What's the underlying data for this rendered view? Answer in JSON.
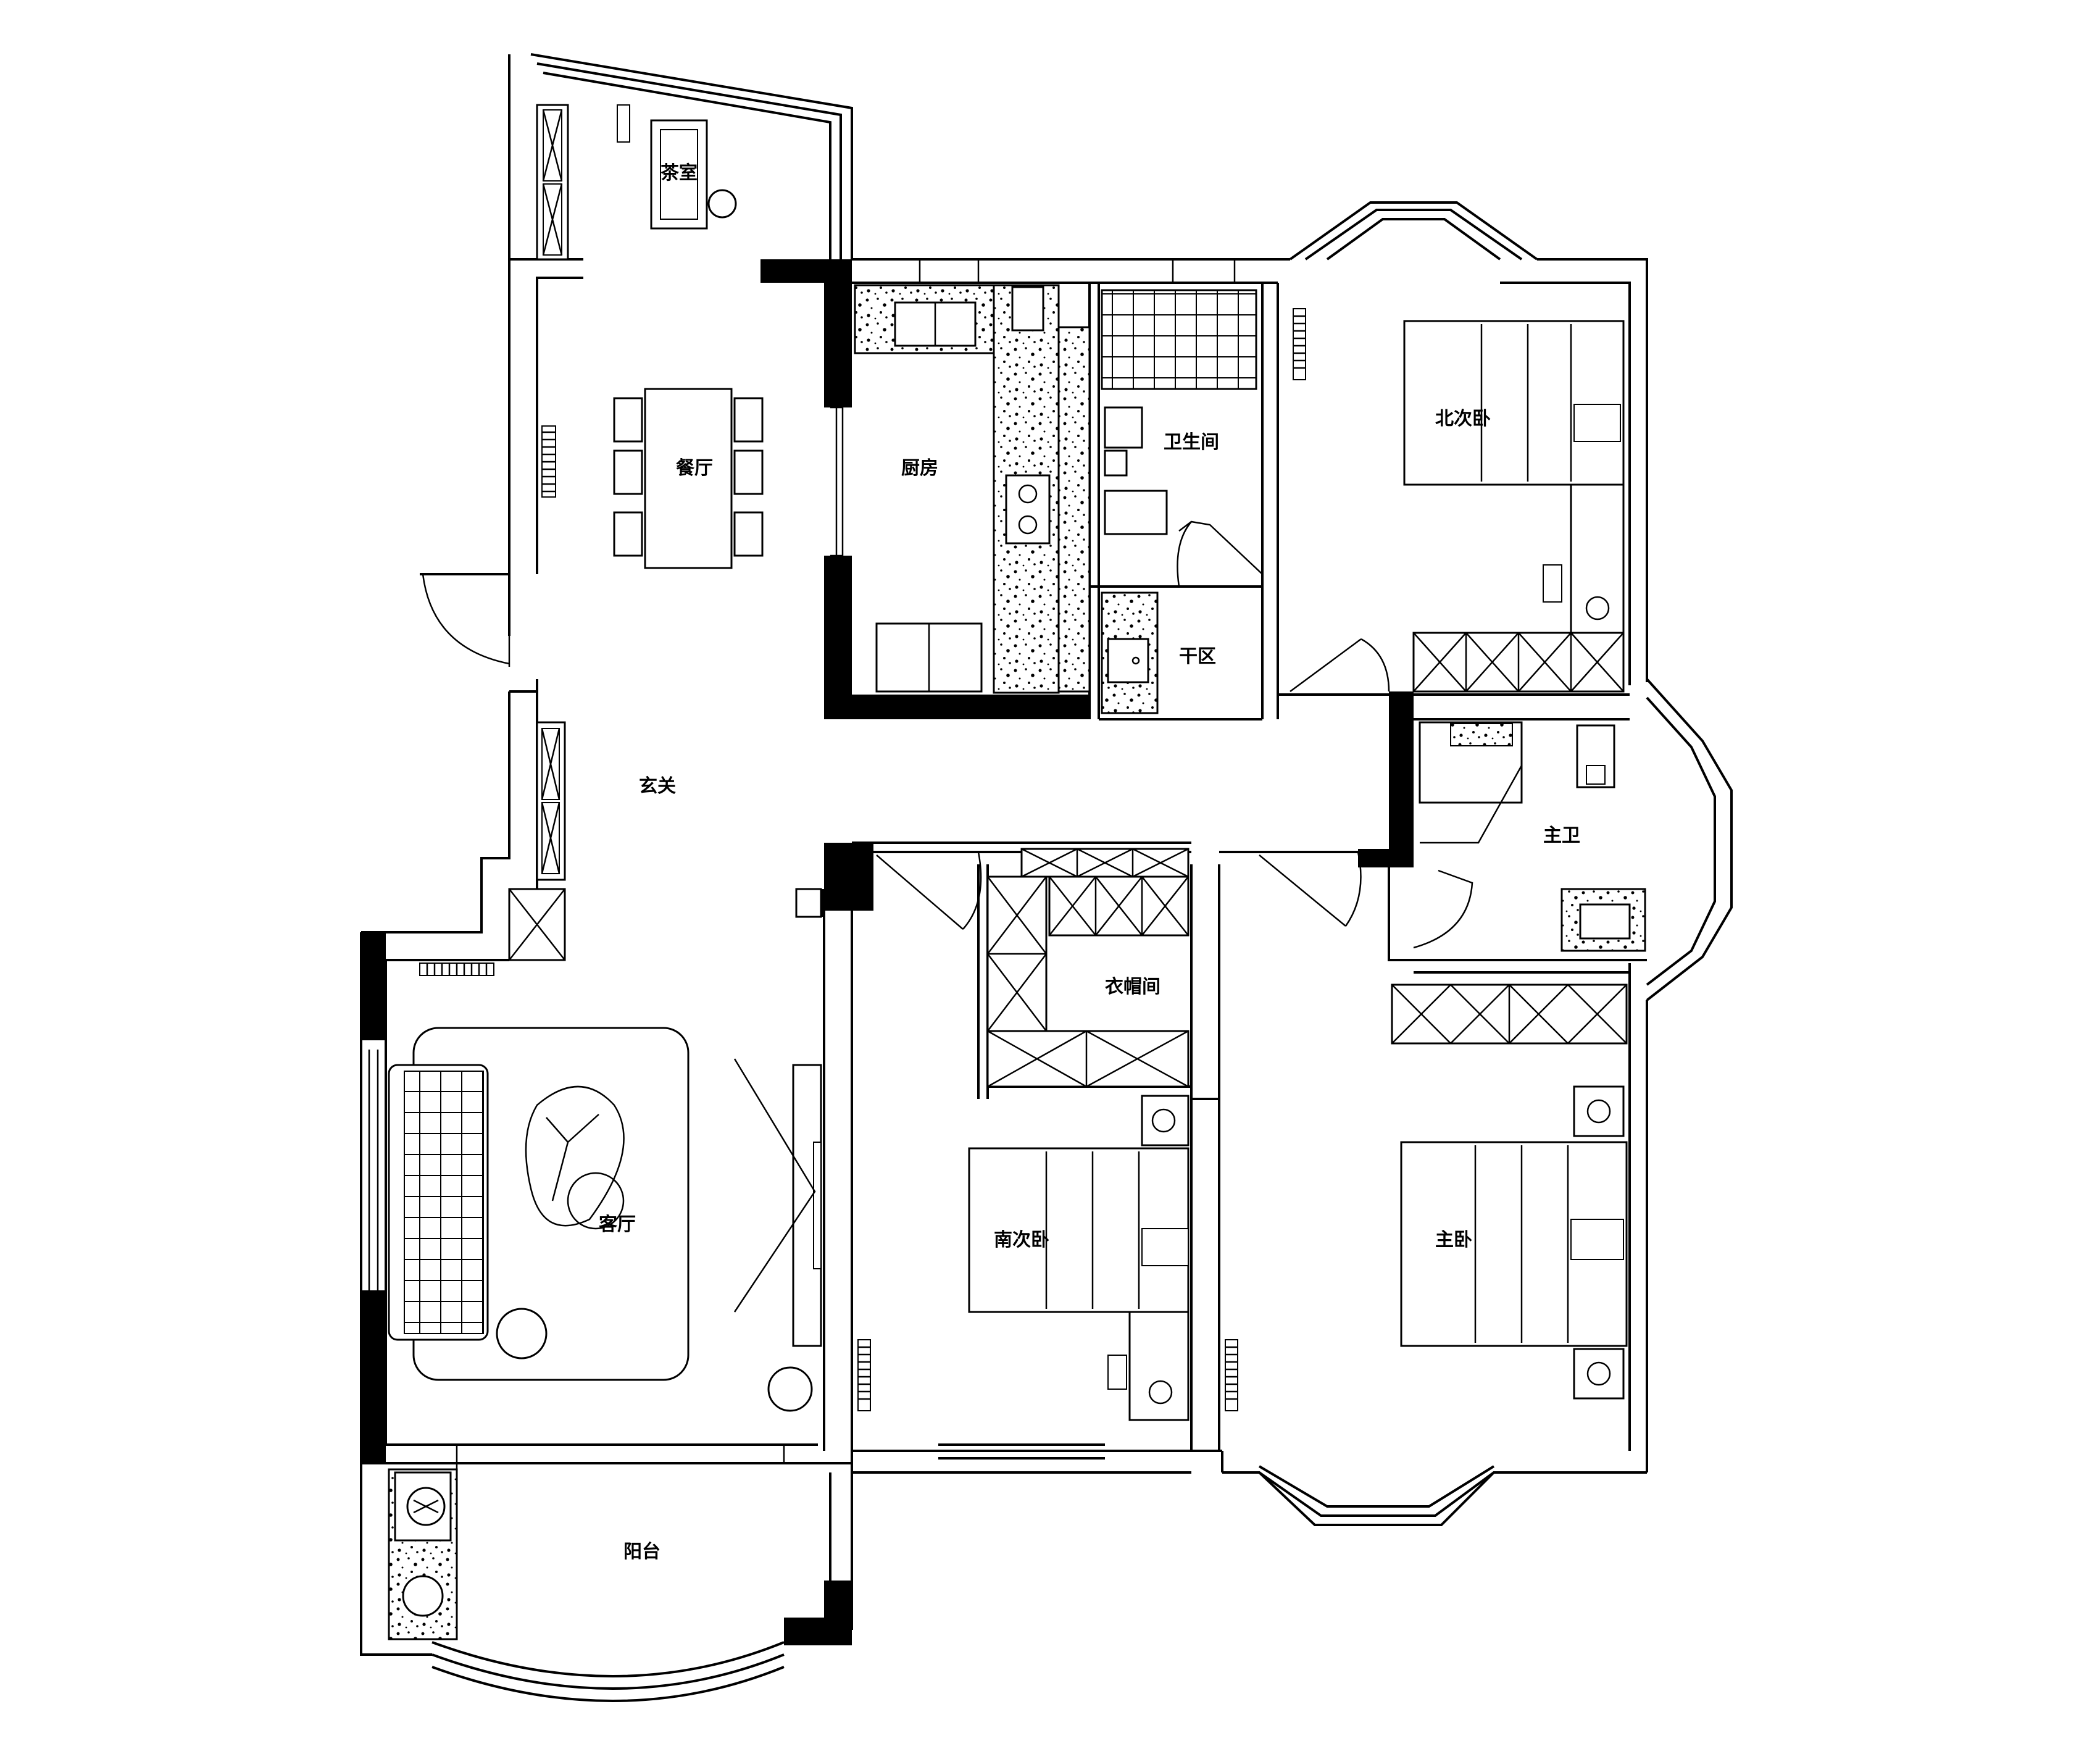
{
  "rooms": {
    "tea_room": "茶室",
    "dining": "餐厅",
    "kitchen": "厨房",
    "bathroom": "卫生间",
    "dry_area": "干区",
    "north_bedroom": "北次卧",
    "entrance": "玄关",
    "master_bath": "主卫",
    "walk_in_closet": "衣帽间",
    "living_room": "客厅",
    "south_bedroom": "南次卧",
    "master_bedroom": "主卧",
    "balcony": "阳台"
  }
}
